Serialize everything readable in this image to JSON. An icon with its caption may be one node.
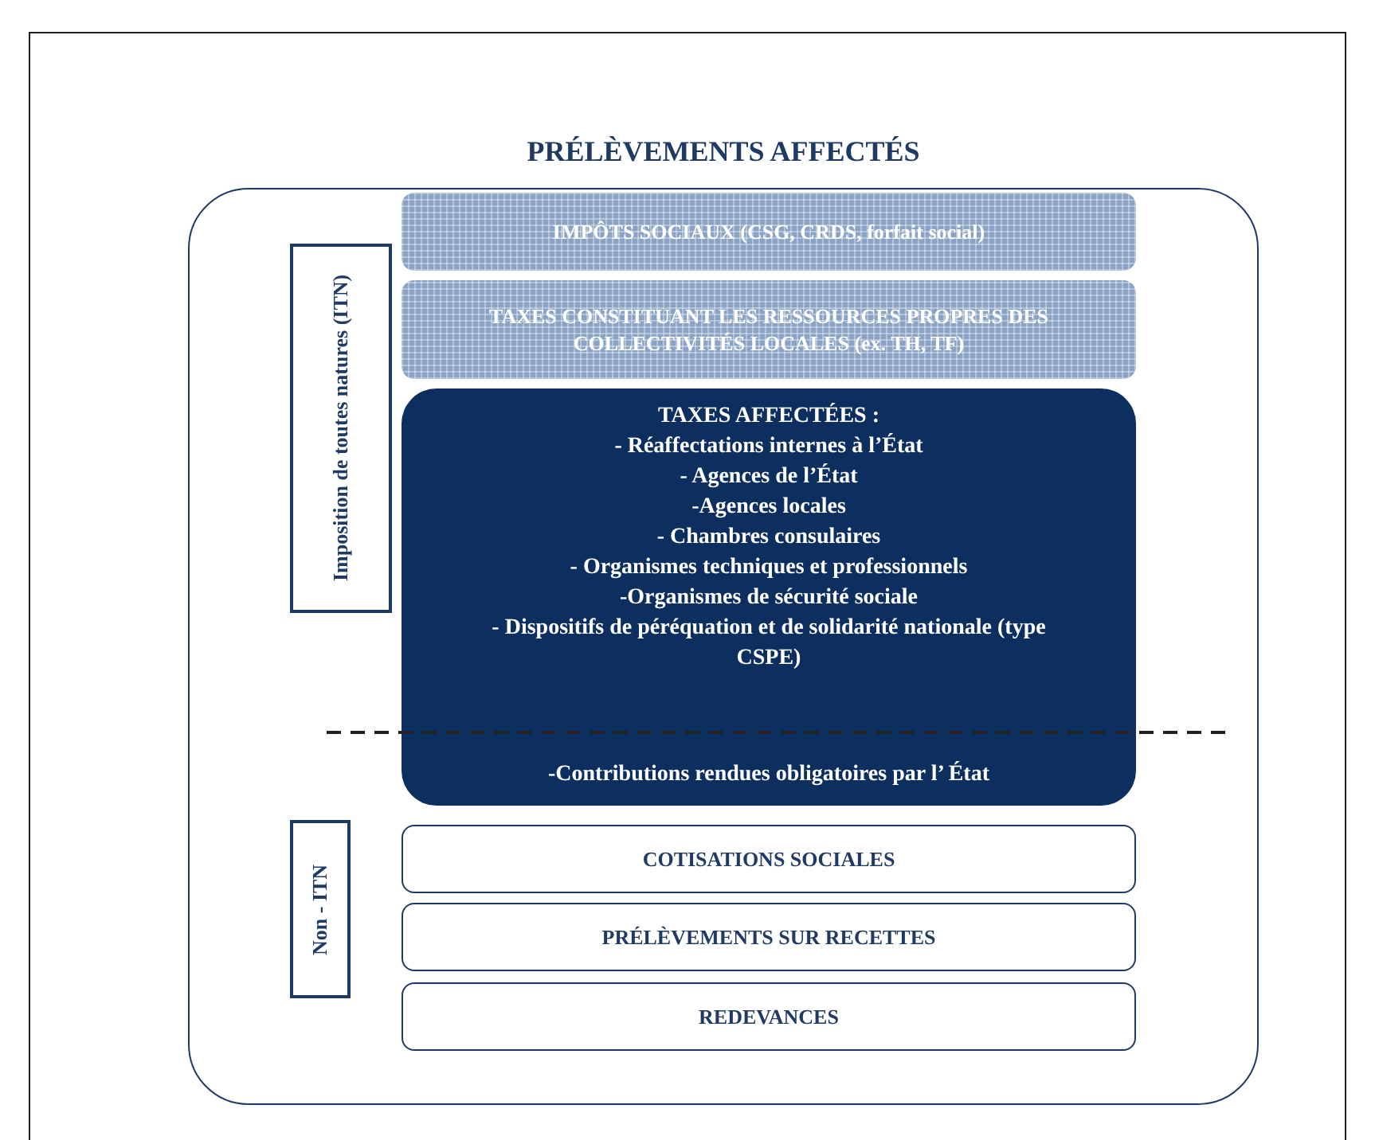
{
  "diagram": {
    "nodes": [
      {
        "text": [
          "PRÉLÈVEMENTS AFFECTÉS"
        ]
      },
      {
        "text": [
          "Imposition de toutes natures (ITN)"
        ],
        "in": 0
      },
      {
        "text": [
          "IMPÔTS SOCIAUX (CSG, CRDS, forfait social)"
        ],
        "in": 0
      },
      {
        "text": [
          "TAXES CONSTITUANT LES RESSOURCES PROPRES DES COLLECTIVITÉS LOCALES (ex. TH, TF)"
        ],
        "in": 0
      },
      {
        "text": [
          "TAXES AFFECTÉES :",
          "- Réaffectations internes à l’État",
          "- Agences de l’État",
          "-Agences locales",
          "- Chambres consulaires",
          "- Organismes techniques et professionnels",
          "-Organismes de sécurité sociale",
          "- Dispositifs de péréquation et de solidarité nationale (type CSPE)",
          "-Contributions rendues obligatoires par l’ État"
        ],
        "in": 0
      },
      {
        "text": [
          "Non - ITN"
        ],
        "in": 0
      },
      {
        "text": [
          "COTISATIONS SOCIALES"
        ],
        "in": 0
      },
      {
        "text": [
          "PRÉLÈVEMENTS SUR RECETTES"
        ],
        "in": 0
      },
      {
        "text": [
          "REDEVANCES"
        ],
        "in": 0
      }
    ]
  }
}
